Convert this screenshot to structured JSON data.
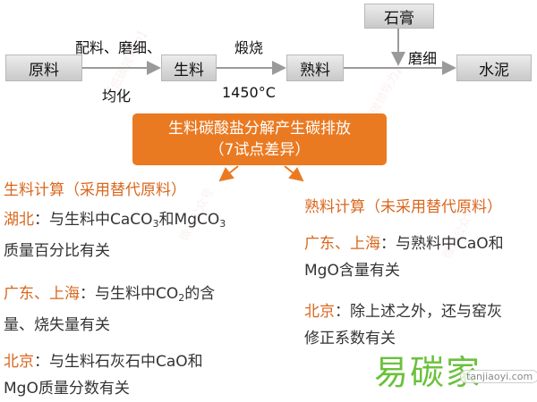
{
  "flow": {
    "raw_material": "原料",
    "step1_top": "配料、磨细、",
    "step1_bottom": "均化",
    "raw_meal": "生料",
    "step2_top": "煅烧",
    "step2_bottom": "1450°C",
    "clinker": "熟料",
    "gypsum": "石膏",
    "step3": "磨细",
    "cement": "水泥"
  },
  "highlight": {
    "line1": "生料碳酸盐分解产生碳排放",
    "line2": "（7试点差异）"
  },
  "left": {
    "title": "生料计算（采用替代原料）",
    "hubei_region": "湖北",
    "hubei_text_a": "：与生料中CaCO",
    "hubei_sub1": "3",
    "hubei_text_b": "和MgCO",
    "hubei_sub2": "3",
    "hubei_text_c": "质量百分比有关",
    "gd_region": "广东、上海",
    "gd_text_a": "：与生料中CO",
    "gd_sub": "2",
    "gd_text_b": "的含",
    "gd_text_c": "量、烧失量有关",
    "bj_region": "北京",
    "bj_text_a": "：与生料石灰石中CaO和",
    "bj_text_b": "MgO质量分数有关"
  },
  "right": {
    "title": "熟料计算（未采用替代原料）",
    "gd_region": "广东、上海",
    "gd_text_a": "：与熟料中CaO和",
    "gd_text_b": "MgO含量有关",
    "bj_region": "北京",
    "bj_text_a": "：除上述之外，还与窑灰",
    "bj_text_b": "修正系数有关"
  },
  "watermark": {
    "brand": "易碳家",
    "url": "tanjiaoyi.com",
    "wm1": "【低碳领导力】",
    "wm2": "微信公众号"
  },
  "colors": {
    "accent": "#ea7a22",
    "region_text": "#d9661d",
    "box_fill": "#d9d9d9",
    "brand_green": "#6bc13c"
  }
}
